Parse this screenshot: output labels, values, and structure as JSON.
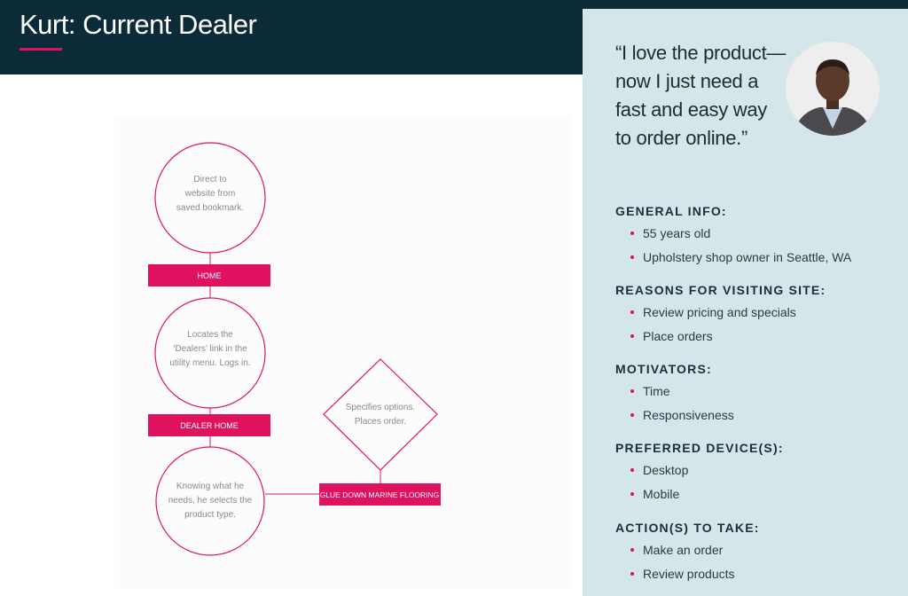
{
  "header": {
    "title": "Kurt: Current Dealer"
  },
  "persona": {
    "quote_lines": [
      "“I love the product—",
      "now I just need a",
      "fast and easy way",
      "to order online.”"
    ],
    "sections": [
      {
        "title": "GENERAL INFO:",
        "items": [
          "55 years old",
          "Upholstery shop owner in Seattle, WA"
        ]
      },
      {
        "title": "REASONS FOR VISITING SITE:",
        "items": [
          "Review pricing and specials",
          "Place orders"
        ]
      },
      {
        "title": "MOTIVATORS:",
        "items": [
          "Time",
          "Responsiveness"
        ]
      },
      {
        "title": "PREFERRED DEVICE(S):",
        "items": [
          "Desktop",
          "Mobile"
        ]
      },
      {
        "title": "ACTION(S) TO TAKE:",
        "items": [
          "Make an order",
          "Review products"
        ]
      }
    ]
  },
  "diagram": {
    "step1": {
      "lines": [
        "Direct to",
        "website  from",
        "saved bookmark."
      ]
    },
    "home_label": "HOME",
    "step2": {
      "lines": [
        "Locates the",
        "‘Dealers’ link in the",
        "utility menu. Logs in."
      ]
    },
    "dealer_home_label": "DEALER HOME",
    "step3": {
      "lines": [
        "Knowing what he",
        "needs, he selects the",
        "product type."
      ]
    },
    "product_label": "GLUE DOWN MARINE FLOORING",
    "step4": {
      "lines": [
        "Specifies options.",
        "Places order."
      ]
    }
  },
  "colors": {
    "accent": "#e0115f",
    "header_bg": "#0b2b38",
    "panel_bg": "#d4e6ea"
  }
}
